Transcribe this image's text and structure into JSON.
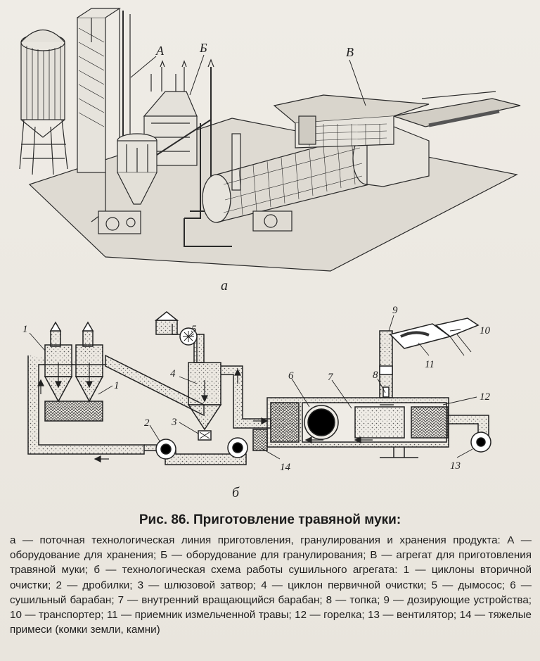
{
  "figure_a": {
    "label_A": "А",
    "label_B": "Б",
    "label_V": "В",
    "sublabel": "а"
  },
  "figure_b": {
    "sublabel": "б",
    "numbers": [
      "1",
      "1",
      "2",
      "3",
      "4",
      "5",
      "6",
      "7",
      "8",
      "9",
      "10",
      "11",
      "12",
      "13",
      "14"
    ]
  },
  "caption": "Рис. 86. Приготовление травяной муки:",
  "legend": "а — поточная технологическая линия приготовления, гранулирования и хранения продукта: А — оборудование для хранения; Б — оборудование для гранулирования; В — агрегат для приготовления травяной муки; б — технологическая схема работы сушильного агрегата: 1 — циклоны вторичной очистки; 2 — дробилки; 3 — шлюзовой затвор; 4 — циклон первичной очистки; 5 — дымосос; 6 — сушильный барабан; 7 — внутренний вращающийся барабан; 8 — топка; 9 — дозирующие устройства; 10 — транспортер; 11 — приемник измельченной травы; 12 — горелка; 13 — вентилятор; 14 — тяжелые примеси (комки земли, камни)"
}
